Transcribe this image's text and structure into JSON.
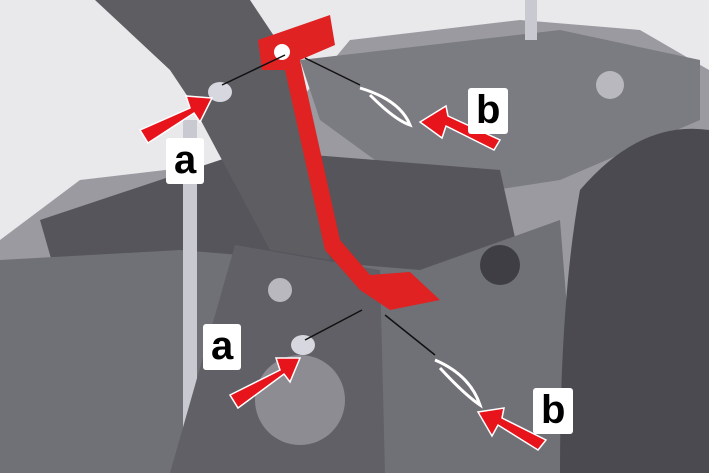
{
  "figure": {
    "labels": [
      {
        "id": "a-upper",
        "text": "a"
      },
      {
        "id": "b-upper",
        "text": "b"
      },
      {
        "id": "a-lower",
        "text": "a"
      },
      {
        "id": "b-lower",
        "text": "b"
      }
    ],
    "colors": {
      "bracket": "#e02222",
      "arrow": "#e8141c",
      "frame": "#5d5d62",
      "frame_light": "#8a8a90",
      "background": "#e9e9ec"
    }
  }
}
